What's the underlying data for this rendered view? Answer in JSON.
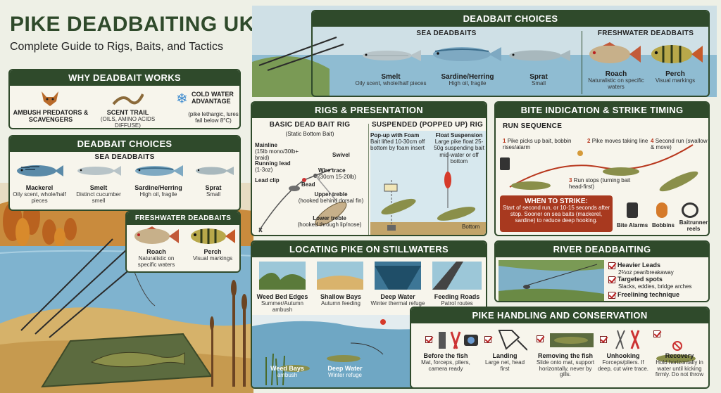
{
  "title": {
    "main": "PIKE DEADBAITING UK:",
    "subtitle": "Complete Guide to Rigs, Baits, and Tactics"
  },
  "why": {
    "heading": "WHY DEADBAIT WORKS",
    "items": [
      {
        "label": "AMBUSH PREDATORS & SCAVENGERS",
        "sub": ""
      },
      {
        "label": "SCENT TRAIL",
        "sub": "(OILS, AMINO ACIDS DIFFUSE)"
      },
      {
        "label": "COLD WATER ADVANTAGE",
        "sub": "(pike lethargic, lures fail below 8°C)"
      }
    ]
  },
  "choices_left": {
    "heading": "DEADBAIT CHOICES",
    "sea_heading": "SEA DEADBAITS",
    "sea": [
      {
        "name": "Mackerel",
        "desc": "Oily scent, whole/half pieces"
      },
      {
        "name": "Smelt",
        "desc": "Distinct cucumber smell"
      },
      {
        "name": "Sardine/Herring",
        "desc": "High oil, fragile"
      },
      {
        "name": "Sprat",
        "desc": "Small"
      }
    ],
    "fresh_heading": "FRESHWATER DEADBAITS",
    "fresh": [
      {
        "name": "Roach",
        "desc": "Naturalistic on specific waters"
      },
      {
        "name": "Perch",
        "desc": "Visual markings"
      }
    ]
  },
  "choices_top": {
    "heading": "DEADBAIT CHOICES",
    "sea_heading": "SEA DEADBAITS",
    "sea": [
      {
        "name": "Smelt",
        "desc": "Oily scent, whole/half pieces"
      },
      {
        "name": "Sardine/Herring",
        "desc": "High oil, fragile"
      },
      {
        "name": "Sprat",
        "desc": "Small"
      }
    ],
    "fresh_heading": "FRESHWATER DEADBAITS",
    "fresh": [
      {
        "name": "Roach",
        "desc": "Naturalistic on specific waters"
      },
      {
        "name": "Perch",
        "desc": "Visual markings"
      }
    ]
  },
  "rigs": {
    "heading": "RIGS & PRESENTATION",
    "basic": {
      "title": "BASIC DEAD BAIT RIG",
      "sub": "(Static Bottom Bait)",
      "mainline": "Mainline",
      "mainline_sub": "(15lb mono/30lb+ braid)",
      "swivel": "Swivel",
      "lead": "Running lead",
      "lead_sub": "(1-3oz)",
      "wire": "Wire trace",
      "wire_sub": "(30cm 15-20lb)",
      "clip": "Lead clip",
      "bead": "Bead",
      "upper": "Upper treble",
      "upper_sub": "(hooked behind dorsal fin)",
      "lower": "Lower treble",
      "lower_sub": "(hooked through lip/nose)"
    },
    "suspended": {
      "title": "SUSPENDED (POPPED UP) RIG",
      "popup": "Pop-up with Foam",
      "popup_sub": "Bait lifted 10-30cm off bottom by foam insert",
      "float": "Float Suspension",
      "float_sub": "Large pike float 25-50g suspending bait mid-water or off bottom",
      "bottom": "Bottom"
    }
  },
  "bite": {
    "heading": "BITE INDICATION & STRIKE TIMING",
    "seq_title": "RUN SEQUENCE",
    "steps": [
      {
        "num": "1",
        "text": "Pike picks up bait, bobbin rises/alarm"
      },
      {
        "num": "2",
        "text": "Pike moves taking line"
      },
      {
        "num": "3",
        "text": "Run stops (turning bait head-first)"
      },
      {
        "num": "4",
        "text": "Second run (swallow & move)"
      }
    ],
    "strike_title": "WHEN TO STRIKE:",
    "strike_text": "Start of second run, or 10-15 seconds after stop. Sooner on sea baits (mackerel, sardine) to reduce deep hooking.",
    "gear": [
      "Bite Alarms",
      "Bobbins",
      "Baitrunner reels"
    ]
  },
  "locating": {
    "heading": "LOCATING PIKE ON STILLWATERS",
    "spots": [
      {
        "name": "Weed Bed Edges",
        "desc": "Summer/Autumn ambush"
      },
      {
        "name": "Shallow Bays",
        "desc": "Autumn feeding"
      },
      {
        "name": "Deep Water",
        "desc": "Winter thermal refuge"
      },
      {
        "name": "Feeding Roads",
        "desc": "Patrol routes"
      }
    ],
    "lower": [
      {
        "name": "Weed Bays",
        "desc": "ambush"
      },
      {
        "name": "Deep Water",
        "desc": "Winter refuge"
      }
    ]
  },
  "river": {
    "heading": "RIVER DEADBAITING",
    "items": [
      {
        "name": "Heavier Leads",
        "desc": "2⅔oz pear/breakaway"
      },
      {
        "name": "Targeted spots",
        "desc": "Slacks, eddies, bridge arches"
      },
      {
        "name": "Freelining technique",
        "desc": ""
      }
    ]
  },
  "handling": {
    "heading": "PIKE HANDLING AND CONSERVATION",
    "steps": [
      {
        "name": "Before the fish",
        "desc": "Mat, forceps, pliers, camera ready"
      },
      {
        "name": "Landing",
        "desc": "Large net, head first"
      },
      {
        "name": "Removing the fish",
        "desc": "Slide onto mat, support horizontally, never by gills."
      },
      {
        "name": "Unhooking",
        "desc": "Forceps/pliers. If deep, cut wire trace."
      },
      {
        "name": "Recovery",
        "desc": "Hold horizontally in water until kicking firmly. Do not throw"
      }
    ]
  },
  "colors": {
    "panel_header": "#2f4a2b",
    "accent_red": "#b8371d",
    "water": "#6fa7c4",
    "sand": "#d9b36c"
  }
}
